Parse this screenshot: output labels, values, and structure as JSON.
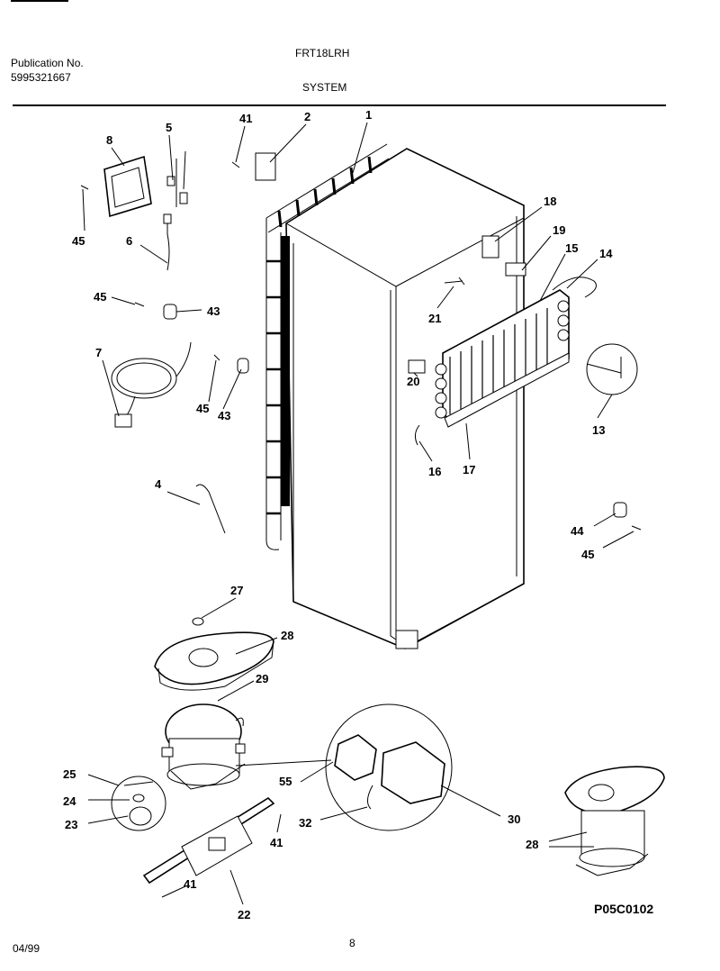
{
  "header": {
    "model": "FRT18LRH",
    "publication_label": "Publication No.",
    "publication_number": "5995321667",
    "section": "SYSTEM"
  },
  "footer": {
    "date": "04/99",
    "page": "8",
    "diagram_code": "P05C0102"
  },
  "callouts": {
    "c1": "1",
    "c2": "2",
    "c4": "4",
    "c5": "5",
    "c6": "6",
    "c7": "7",
    "c8": "8",
    "c13": "13",
    "c14": "14",
    "c15": "15",
    "c16": "16",
    "c17": "17",
    "c18": "18",
    "c19": "19",
    "c20": "20",
    "c21": "21",
    "c22": "22",
    "c23": "23",
    "c24": "24",
    "c25": "25",
    "c27": "27",
    "c28a": "28",
    "c28b": "28",
    "c29": "29",
    "c30": "30",
    "c32": "32",
    "c41a": "41",
    "c41b": "41",
    "c41c": "41",
    "c43a": "43",
    "c43b": "43",
    "c44": "44",
    "c45a": "45",
    "c45b": "45",
    "c45c": "45",
    "c45d": "45",
    "c55": "55"
  }
}
